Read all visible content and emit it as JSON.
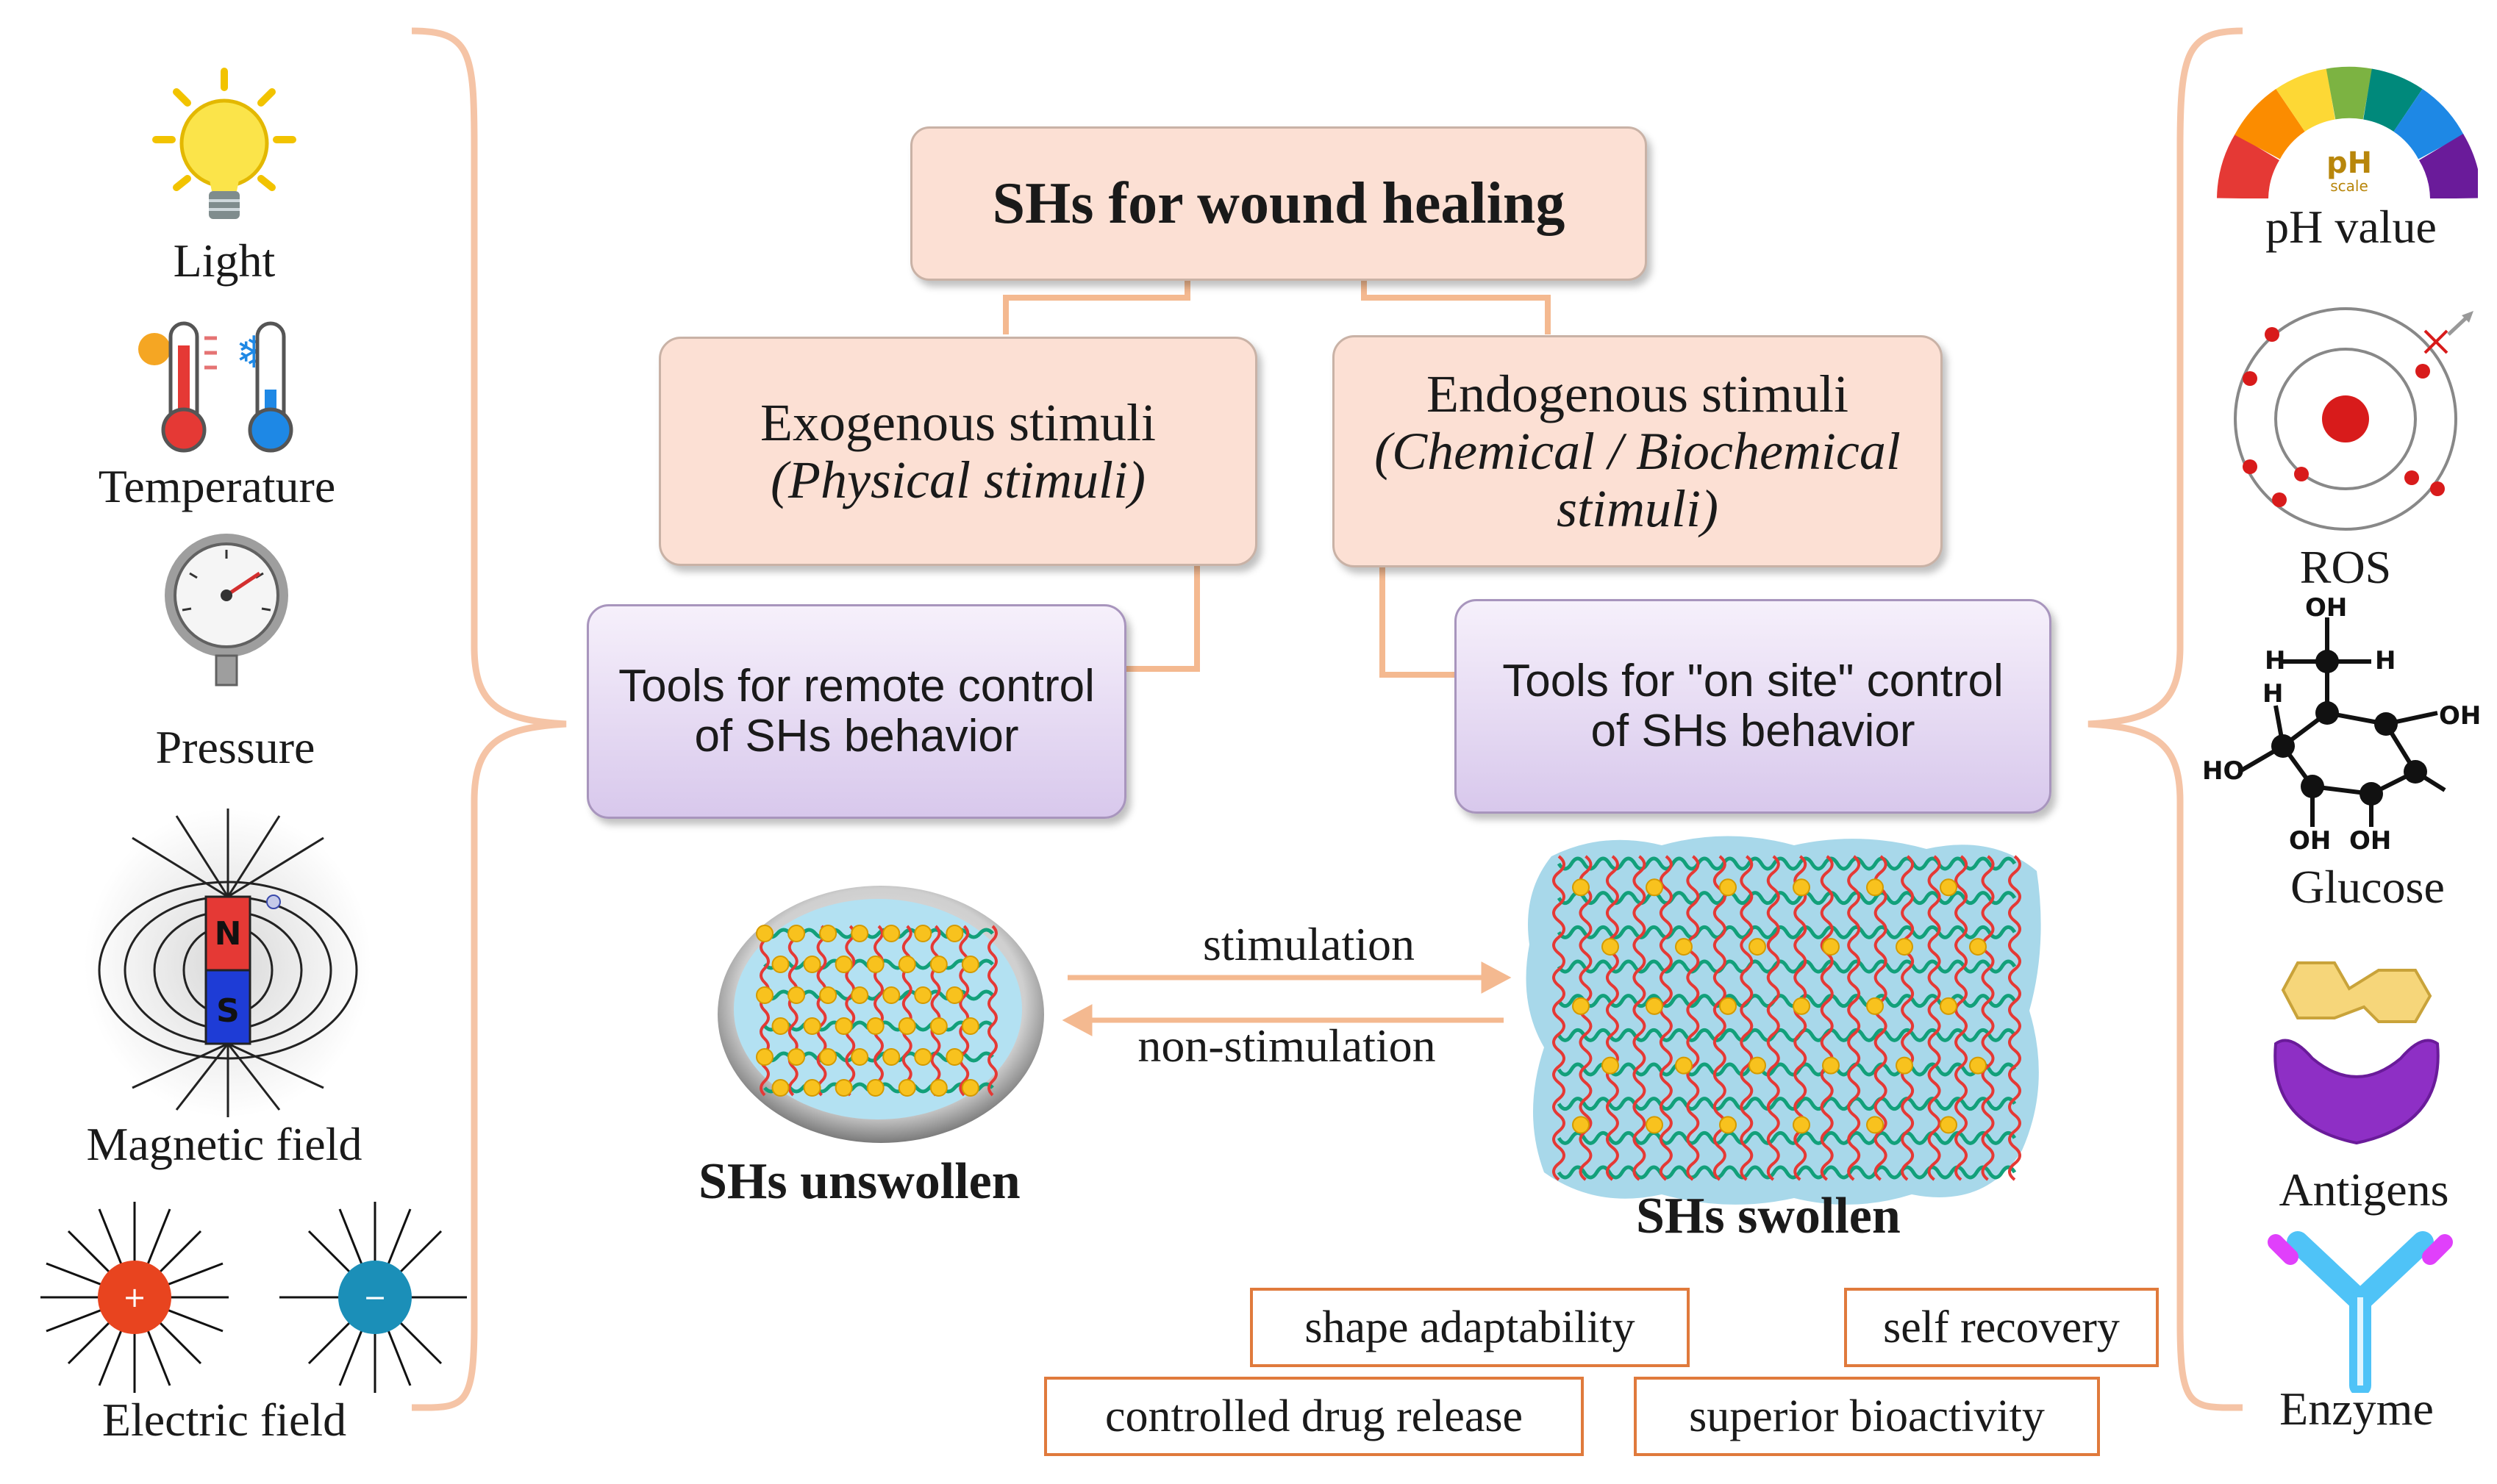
{
  "title": "SHs for wound healing",
  "exogenous": {
    "line1": "Exogenous stimuli",
    "line2": "(Physical stimuli)"
  },
  "endogenous": {
    "line1": "Endogenous stimuli",
    "line2": "(Chemical / Biochemical",
    "line3": "stimuli)"
  },
  "tools_remote": {
    "line1": "Tools for remote control",
    "line2": "of SHs behavior"
  },
  "tools_onsite": {
    "line1": "Tools for \"on site\" control",
    "line2": "of SHs behavior"
  },
  "left_stimuli": [
    "Light",
    "Temperature",
    "Pressure",
    "Magnetic field",
    "Electric field"
  ],
  "right_stimuli": [
    "pH value",
    "ROS",
    "Glucose",
    "Antigens",
    "Enzyme"
  ],
  "arrow_forward": "stimulation",
  "arrow_back": "non-stimulation",
  "unswollen_label": "SHs unswollen",
  "swollen_label": "SHs swollen",
  "properties": [
    "shape adaptability",
    "self recovery",
    "controlled drug release",
    "superior bioactivity"
  ],
  "icon_text": {
    "magnet_n": "N",
    "magnet_s": "S",
    "charge_pos": "+",
    "charge_neg": "−",
    "ph_scale": "pH",
    "ph_scale_sub": "scale",
    "oh_top": "OH",
    "oh_right": "OH",
    "ho_left": "HO",
    "oh_bottom1": "OH",
    "oh_bottom2": "OH",
    "h": "H"
  },
  "colors": {
    "bracket": "#f5c4a6",
    "connector": "#f4b990",
    "prop_border": "#e07a3c"
  }
}
